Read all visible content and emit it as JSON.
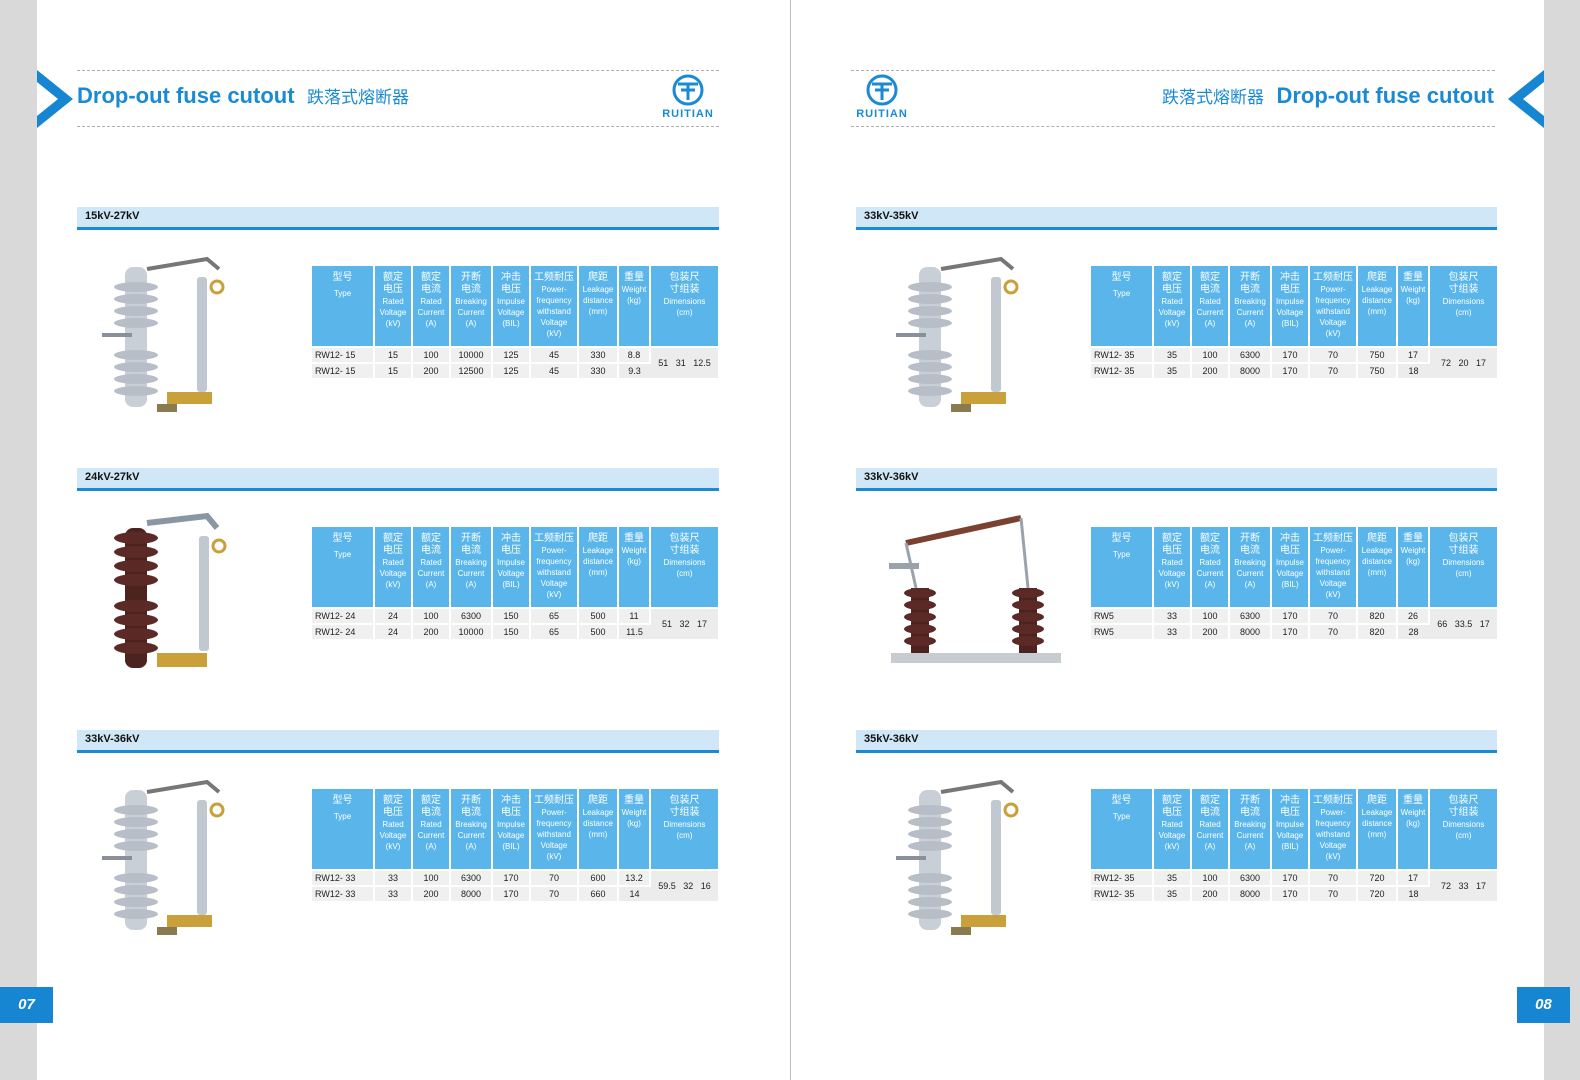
{
  "brand": {
    "logo_text": "RUITIAN"
  },
  "header": {
    "title_en": "Drop-out fuse cutout",
    "title_cn": "跌落式熔断器"
  },
  "table_headers": [
    {
      "cn": "型号",
      "en": "Type"
    },
    {
      "cn": "额定\n电压",
      "en": "Rated\nVoltage\n(kV)"
    },
    {
      "cn": "额定\n电流",
      "en": "Rated\nCurrent\n(A)"
    },
    {
      "cn": "开断\n电流",
      "en": "Breaking\nCurrent\n(A)"
    },
    {
      "cn": "冲击\n电压",
      "en": "Impulse\nVoltage\n(BIL)"
    },
    {
      "cn": "工频耐压",
      "en": "Power-\nfrequency\nwithstand\nVoltage\n(kV)"
    },
    {
      "cn": "爬距",
      "en": "Leakage\ndistance\n(mm)"
    },
    {
      "cn": "重量",
      "en": "Weight\n(kg)"
    },
    {
      "cn": "包装尺\n寸组装",
      "en": "Dimensions\n(cm)"
    }
  ],
  "pages": [
    {
      "number": "07",
      "sections": [
        {
          "title": "15kV-27kV",
          "rows": [
            [
              "RW12- 15",
              "15",
              "100",
              "10000",
              "125",
              "45",
              "330",
              "8.8"
            ],
            [
              "RW12- 15",
              "15",
              "200",
              "12500",
              "125",
              "45",
              "330",
              "9.3"
            ]
          ],
          "dimensions": "51   31   12.5"
        },
        {
          "title": "24kV-27kV",
          "rows": [
            [
              "RW12- 24",
              "24",
              "100",
              "6300",
              "150",
              "65",
              "500",
              "11"
            ],
            [
              "RW12- 24",
              "24",
              "200",
              "10000",
              "150",
              "65",
              "500",
              "11.5"
            ]
          ],
          "dimensions": "51   32   17"
        },
        {
          "title": "33kV-36kV",
          "rows": [
            [
              "RW12- 33",
              "33",
              "100",
              "6300",
              "170",
              "70",
              "600",
              "13.2"
            ],
            [
              "RW12- 33",
              "33",
              "200",
              "8000",
              "170",
              "70",
              "660",
              "14"
            ]
          ],
          "dimensions": "59.5   32   16"
        }
      ]
    },
    {
      "number": "08",
      "sections": [
        {
          "title": "33kV-35kV",
          "rows": [
            [
              "RW12- 35",
              "35",
              "100",
              "6300",
              "170",
              "70",
              "750",
              "17"
            ],
            [
              "RW12- 35",
              "35",
              "200",
              "8000",
              "170",
              "70",
              "750",
              "18"
            ]
          ],
          "dimensions": "72   20   17"
        },
        {
          "title": "33kV-36kV",
          "rows": [
            [
              "RW5",
              "33",
              "100",
              "6300",
              "170",
              "70",
              "820",
              "26"
            ],
            [
              "RW5",
              "33",
              "200",
              "8000",
              "170",
              "70",
              "820",
              "28"
            ]
          ],
          "dimensions": "66   33.5   17"
        },
        {
          "title": "35kV-36kV",
          "rows": [
            [
              "RW12- 35",
              "35",
              "100",
              "6300",
              "170",
              "70",
              "720",
              "17"
            ],
            [
              "RW12- 35",
              "35",
              "200",
              "8000",
              "170",
              "70",
              "720",
              "18"
            ]
          ],
          "dimensions": "72   33   17"
        }
      ]
    }
  ],
  "colors": {
    "accent": "#1a8ad4",
    "table_header": "#5ab6ea",
    "band": "#cfe7f6"
  }
}
